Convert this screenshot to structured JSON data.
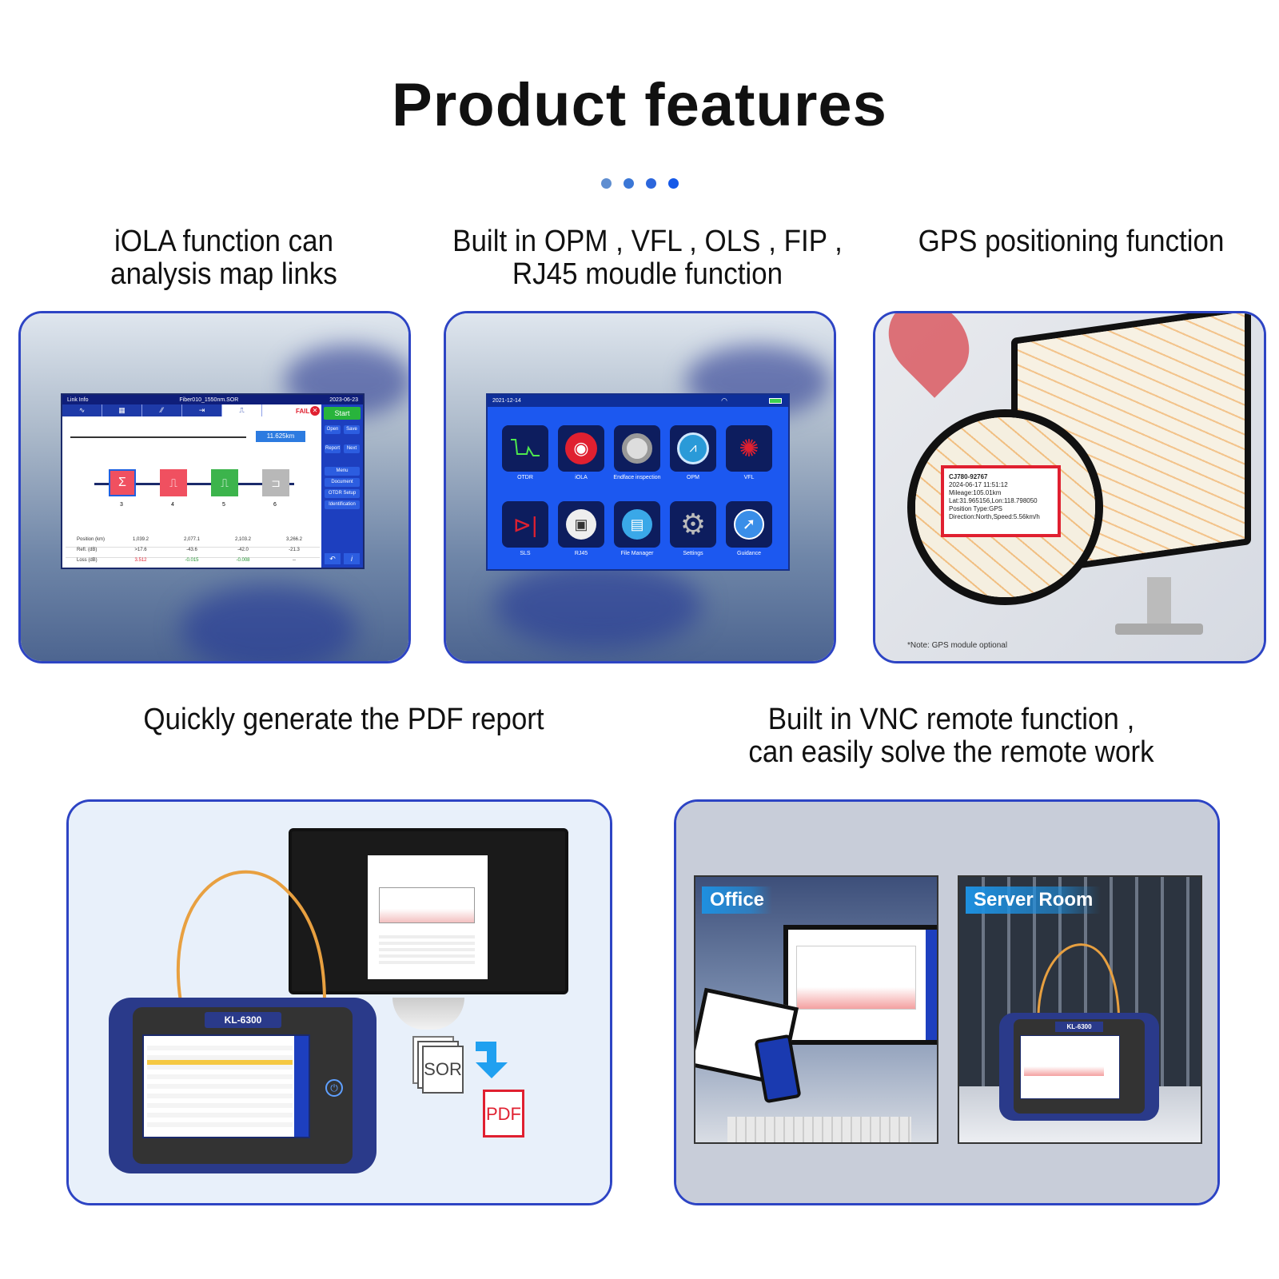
{
  "title": "Product features",
  "dots": [
    "#5f8ed0",
    "#3b77d6",
    "#2c66dc",
    "#1458e8"
  ],
  "features": {
    "iola": {
      "caption_line1": "iOLA function can",
      "caption_line2": "analysis map links"
    },
    "modules": {
      "caption_line1": "Built in OPM , VFL , OLS , FIP ,",
      "caption_line2": "RJ45 moudle function"
    },
    "gps": {
      "caption_line1": "GPS positioning function"
    },
    "pdf": {
      "caption_line1": "Quickly generate the PDF report"
    },
    "vnc": {
      "caption_line1": "Built in VNC remote function ,",
      "caption_line2": "can easily solve the remote work"
    }
  },
  "iola_screen": {
    "header_left": "Link Info",
    "header_center": "Fiber010_1550nm.SOR",
    "header_right": "2023-06-23",
    "fail_label": "FAIL",
    "start_label": "Start",
    "distance": "11.625km",
    "event_numbers": [
      "3",
      "4",
      "5",
      "6"
    ],
    "table_rows": [
      {
        "label": "Position (km)",
        "values": [
          "1,039.2",
          "2,077.1",
          "2,103.2",
          "3,266.2"
        ]
      },
      {
        "label": "Refl. (dB)",
        "values": [
          ">17.6",
          "-43.6",
          "-42.0",
          "-21.3"
        ]
      },
      {
        "label": "Loss (dB)",
        "values": [
          "3.512",
          "-0.015",
          "-0.008",
          "--"
        ]
      }
    ],
    "side_buttons": [
      "Menu",
      "Document",
      "OTDR Setup",
      "Identification"
    ],
    "side_icons": [
      "Open",
      "Save",
      "Report",
      "Next"
    ]
  },
  "menu_screen": {
    "date": "2021-12-14",
    "apps": [
      "OTDR",
      "iOLA",
      "Endface inspection",
      "OPM",
      "VFL",
      "SLS",
      "RJ45",
      "File Manager",
      "Settings",
      "Guidance"
    ]
  },
  "gps_popup": {
    "line1": "CJ780-92767",
    "line2": "2024-06-17 11:51:12",
    "line3": "Mileage:105.01km",
    "line4": "Lat:31.965156,Lon:118.798050",
    "line5": "Position Type:GPS",
    "line6": "Direction:North,Speed:5.56km/h"
  },
  "gps_note": "*Note: GPS module optional",
  "pdf_panel": {
    "device_model": "KL-6300",
    "sor_label": "SOR",
    "pdf_label": "PDF"
  },
  "vnc_panel": {
    "office_tag": "Office",
    "server_tag": "Server Room",
    "device_model": "KL-6300"
  }
}
